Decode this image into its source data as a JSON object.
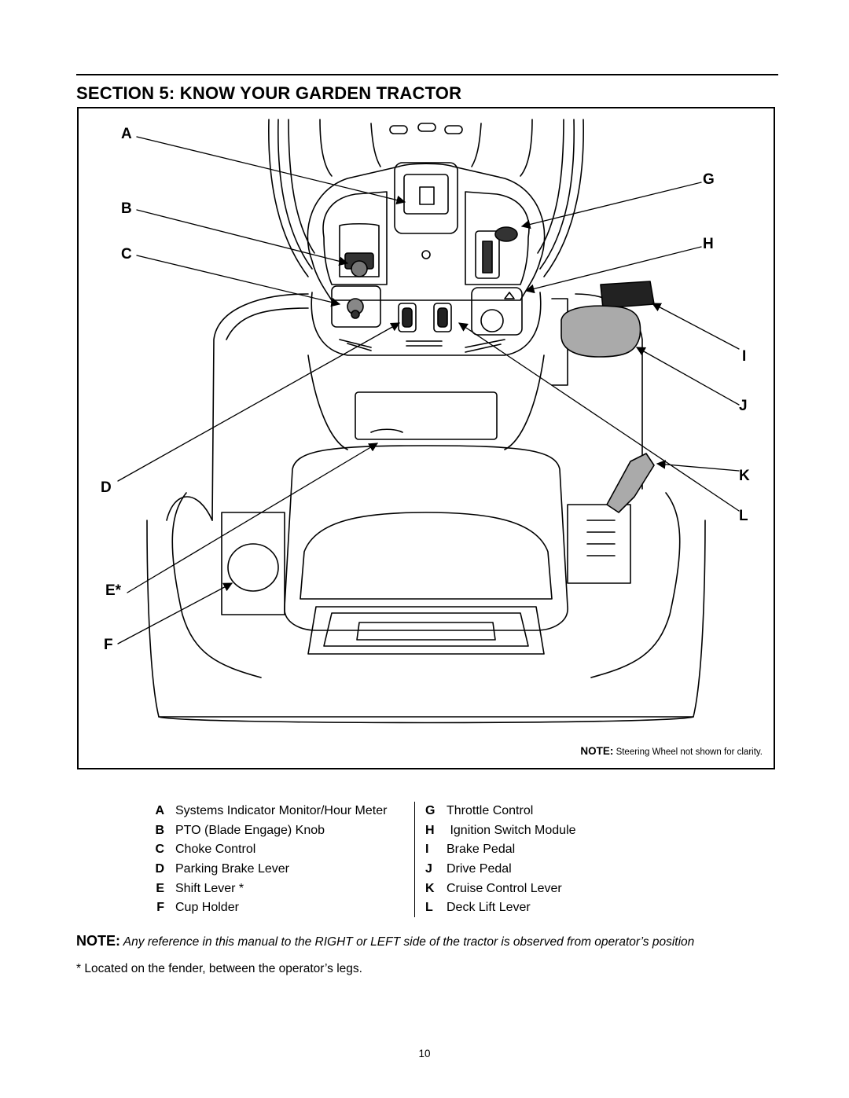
{
  "section_title": "SECTION 5:  KNOW YOUR GARDEN TRACTOR",
  "callouts": {
    "a": "A",
    "b": "B",
    "c": "C",
    "d": "D",
    "e": "E*",
    "f": "F",
    "g": "G",
    "h": "H",
    "i": "I",
    "j": "J",
    "k": "K",
    "l": "L"
  },
  "figure_note": {
    "label": "NOTE:",
    "text": "Steering Wheel not shown for clarity."
  },
  "legend": {
    "left": [
      {
        "key": "A",
        "text": "Systems Indicator Monitor/Hour Meter"
      },
      {
        "key": "B",
        "text": "PTO (Blade Engage) Knob"
      },
      {
        "key": "C",
        "text": "Choke Control"
      },
      {
        "key": "D",
        "text": "Parking Brake Lever"
      },
      {
        "key": "E",
        "text": "Shift Lever *"
      },
      {
        "key": "F",
        "text": "Cup Holder"
      }
    ],
    "right": [
      {
        "key": "G",
        "text": "Throttle Control"
      },
      {
        "key": "H",
        "text": " Ignition Switch Module"
      },
      {
        "key": "I",
        "text": "Brake Pedal"
      },
      {
        "key": "J",
        "text": "Drive Pedal"
      },
      {
        "key": "K",
        "text": "Cruise Control Lever"
      },
      {
        "key": "L",
        "text": "Deck Lift Lever"
      }
    ]
  },
  "note": {
    "label": "NOTE:",
    "text": " Any reference in this manual to the RIGHT or LEFT side of the tractor is observed from operator’s position"
  },
  "footnote": "* Located on the fender, between the operator’s legs.",
  "page_number": "10"
}
